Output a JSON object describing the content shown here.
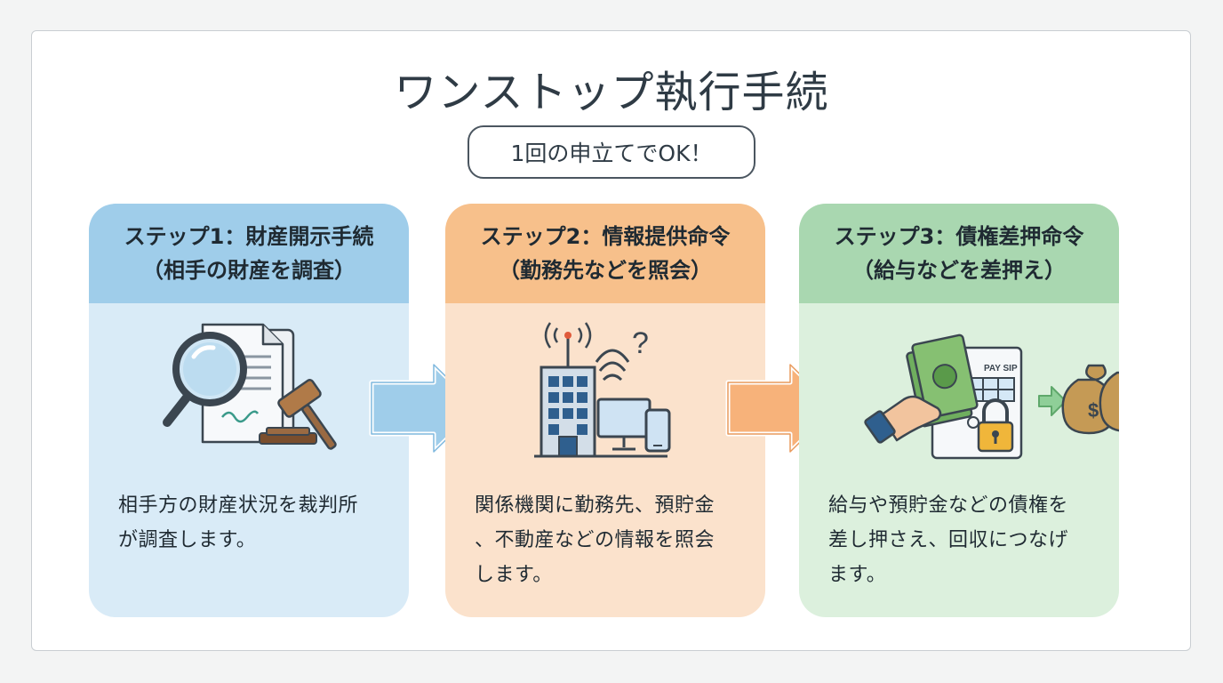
{
  "title": "ワンストップ執行手続",
  "callout": "1回の申立てでOK！",
  "steps": [
    {
      "heading": "ステップ1：財産開示手続",
      "subheading": "（相手の財産を調査）",
      "description_lines": [
        "相手方の財産状況を裁判所",
        "が調査します。"
      ],
      "icon": "magnifier-document-gavel-icon"
    },
    {
      "heading": "ステップ2：情報提供命令",
      "subheading": "（勤務先などを照会）",
      "description_lines": [
        "関係機関に勤務先、預貯金",
        "、不動産などの情報を照会",
        "します。"
      ],
      "icon": "building-devices-question-icon"
    },
    {
      "heading": "ステップ3：債権差押命令",
      "subheading": "（給与などを差押え）",
      "description_lines": [
        "給与や預貯金などの債権を",
        "差し押さえ、回収につなげ",
        "ます。"
      ],
      "icon": "money-payslip-lock-moneybags-icon",
      "payslip_label": "PAY SIP"
    }
  ],
  "colors": {
    "step1_header": "#9fcdea",
    "step1_body": "#d9ebf7",
    "step2_header": "#f7c08b",
    "step2_body": "#fbe2cc",
    "step3_header": "#a9d7b0",
    "step3_body": "#dcf0dd",
    "arrow_blue": "#9fcdea",
    "arrow_orange": "#f7b27a",
    "arrow_green": "#8fcf98"
  }
}
